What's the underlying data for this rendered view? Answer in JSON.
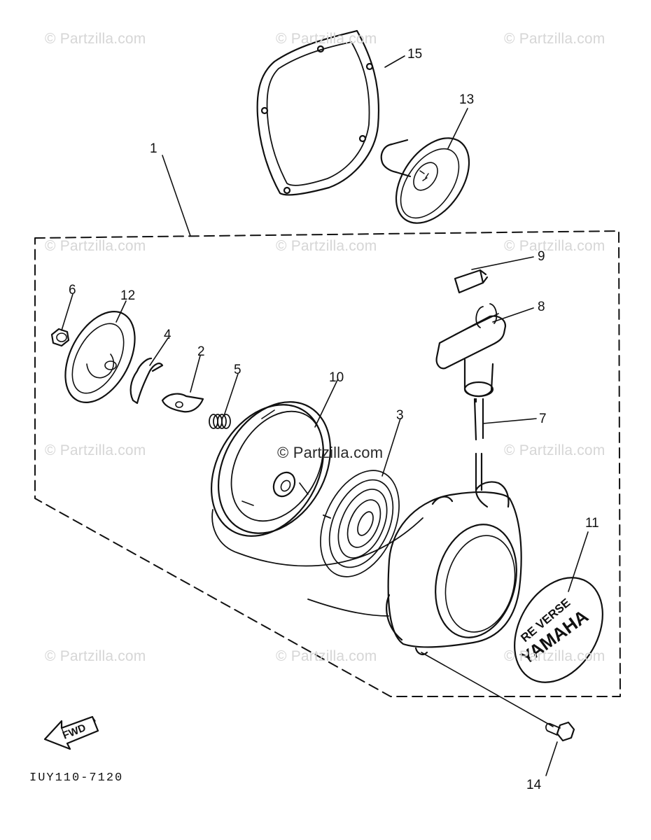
{
  "watermarks": [
    "© Partzilla.com",
    "© Partzilla.com",
    "© Partzilla.com",
    "© Partzilla.com",
    "© Partzilla.com",
    "© Partzilla.com",
    "© Partzilla.com",
    "© Partzilla.com",
    "© Partzilla.com",
    "© Partzilla.com",
    "© Partzilla.com",
    "© Partzilla.com"
  ],
  "callouts": {
    "c1": "1",
    "c2": "2",
    "c3": "3",
    "c4": "4",
    "c5": "5",
    "c6": "6",
    "c7": "7",
    "c8": "8",
    "c9": "9",
    "c10": "10",
    "c11": "11",
    "c12": "12",
    "c13": "13",
    "c14": "14",
    "c15": "15"
  },
  "fwd_label": "FWD",
  "emblem": {
    "brand": "YAMAHA",
    "arc_text": "RE VERSE"
  },
  "diagram_code": "IUY110-7120"
}
